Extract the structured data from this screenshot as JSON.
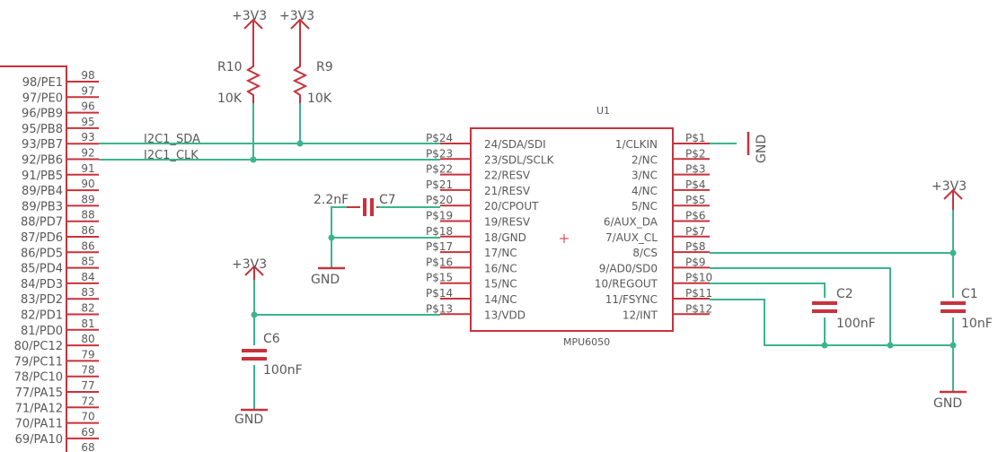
{
  "colors": {
    "component": "#c8323c",
    "wire": "#3cb48c",
    "text": "#595959"
  },
  "mcu": {
    "pins": [
      {
        "name": "98/PE1",
        "num": "98"
      },
      {
        "name": "97/PE0",
        "num": "97"
      },
      {
        "name": "96/PB9",
        "num": "96"
      },
      {
        "name": "95/PB8",
        "num": "95"
      },
      {
        "name": "93/PB7",
        "num": "93"
      },
      {
        "name": "92/PB6",
        "num": "92"
      },
      {
        "name": "91/PB5",
        "num": "91"
      },
      {
        "name": "89/PB4",
        "num": "90"
      },
      {
        "name": "89/PB3",
        "num": "89"
      },
      {
        "name": "88/PD7",
        "num": "88"
      },
      {
        "name": "87/PD6",
        "num": "86"
      },
      {
        "name": "86/PD5",
        "num": "86"
      },
      {
        "name": "85/PD4",
        "num": "85"
      },
      {
        "name": "84/PD3",
        "num": "84"
      },
      {
        "name": "83/PD2",
        "num": "83"
      },
      {
        "name": "82/PD1",
        "num": "82"
      },
      {
        "name": "81/PD0",
        "num": "81"
      },
      {
        "name": "80/PC12",
        "num": "80"
      },
      {
        "name": "79/PC11",
        "num": "79"
      },
      {
        "name": "78/PC10",
        "num": "78"
      },
      {
        "name": "77/PA15",
        "num": "77"
      },
      {
        "name": "71/PA12",
        "num": "72"
      },
      {
        "name": "70/PA11",
        "num": "70"
      },
      {
        "name": "69/PA10",
        "num": "69"
      },
      {
        "name": "",
        "num": "68"
      }
    ]
  },
  "nets": {
    "sda": "I2C1_SDA",
    "scl": "I2C1_CLK"
  },
  "supplies": {
    "vcc": "+3V3",
    "gnd": "GND"
  },
  "resistors": {
    "r10": {
      "name": "R10",
      "value": "10K"
    },
    "r9": {
      "name": "R9",
      "value": "10K"
    }
  },
  "capacitors": {
    "c7": {
      "name": "C7",
      "value": "2.2nF"
    },
    "c6": {
      "name": "C6",
      "value": "100nF"
    },
    "c2": {
      "name": "C2",
      "value": "100nF"
    },
    "c1": {
      "name": "C1",
      "value": "10nF"
    }
  },
  "ic": {
    "ref": "U1",
    "part": "MPU6050",
    "left_pins": [
      {
        "pad": "P$24",
        "name": "24/SDA/SDI"
      },
      {
        "pad": "P$23",
        "name": "23/SDL/SCLK"
      },
      {
        "pad": "P$22",
        "name": "22/RESV"
      },
      {
        "pad": "P$21",
        "name": "21/RESV"
      },
      {
        "pad": "P$20",
        "name": "20/CPOUT"
      },
      {
        "pad": "P$19",
        "name": "19/RESV"
      },
      {
        "pad": "P$18",
        "name": "18/GND"
      },
      {
        "pad": "P$17",
        "name": "17/NC"
      },
      {
        "pad": "P$16",
        "name": "16/NC"
      },
      {
        "pad": "P$15",
        "name": "15/NC"
      },
      {
        "pad": "P$14",
        "name": "14/NC"
      },
      {
        "pad": "P$13",
        "name": "13/VDD"
      }
    ],
    "right_pins": [
      {
        "pad": "P$1",
        "name": "1/CLKIN"
      },
      {
        "pad": "P$2",
        "name": "2/NC"
      },
      {
        "pad": "P$3",
        "name": "3/NC"
      },
      {
        "pad": "P$4",
        "name": "4/NC"
      },
      {
        "pad": "P$5",
        "name": "5/NC"
      },
      {
        "pad": "P$6",
        "name": "6/AUX_DA"
      },
      {
        "pad": "P$7",
        "name": "7/AUX_CL"
      },
      {
        "pad": "P$8",
        "name": "8/CS"
      },
      {
        "pad": "P$9",
        "name": "9/AD0/SD0"
      },
      {
        "pad": "P$10",
        "name": "10/REGOUT"
      },
      {
        "pad": "P$11",
        "name": "11/FSYNC"
      },
      {
        "pad": "P$12",
        "name": "12/INT"
      }
    ]
  }
}
